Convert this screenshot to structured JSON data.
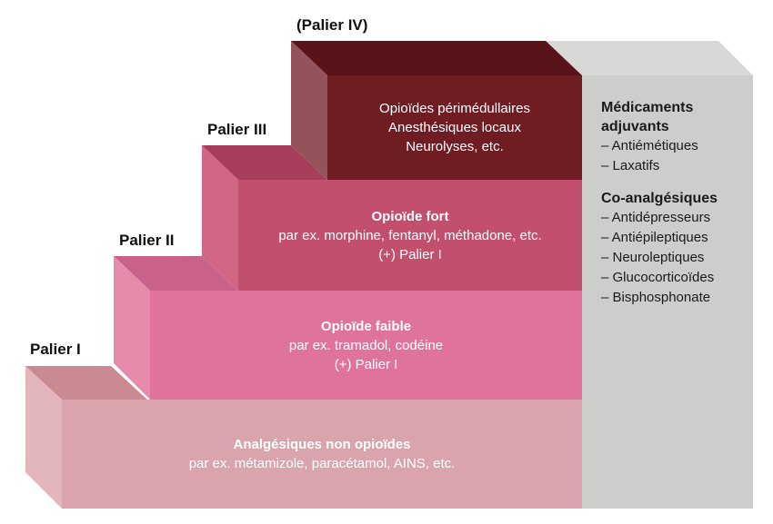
{
  "steps": {
    "step1": {
      "label": "Palier I",
      "title": "Analgésiques non opioïdes",
      "line1": "par ex. métamizole, paracétamol, AINS, etc."
    },
    "step2": {
      "label": "Palier II",
      "title": "Opioïde faible",
      "line1": "par ex. tramadol, codéine",
      "line2": "(+) Palier I"
    },
    "step3": {
      "label": "Palier III",
      "title": "Opioïde fort",
      "line1": "par ex. morphine, fentanyl, méthadone, etc.",
      "line2": "(+) Palier I"
    },
    "step4": {
      "label": "(Palier IV)",
      "line1": "Opioïdes périmédullaires",
      "line2": "Anesthésiques locaux",
      "line3": "Neurolyses, etc."
    }
  },
  "side_panel": {
    "adjuvants": {
      "title_line1": "Médicaments",
      "title_line2": "adjuvants",
      "items": [
        "– Antiémétiques",
        "– Laxatifs"
      ]
    },
    "coanalgesics": {
      "title": "Co-analgésiques",
      "items": [
        "– Antidépresseurs",
        "– Antiépileptiques",
        "– Neuroleptiques",
        "– Glucocorticoïdes",
        "– Bisphosphonate"
      ]
    }
  },
  "colors": {
    "step1_front": "#d9a4ab",
    "step1_top": "#ca8a92",
    "step1_left": "#e3b6bc",
    "step2_front": "#e0739c",
    "step2_top": "#c9628a",
    "step2_left": "#e68bac",
    "step3_front": "#c24f6c",
    "step3_top": "#a73f5c",
    "step3_left": "#d06684",
    "step4_front": "#6f1d23",
    "step4_top": "#5a1419",
    "step4_left": "#94525a",
    "panel_front": "#cdcdcb",
    "panel_top": "#d8d8d6"
  }
}
